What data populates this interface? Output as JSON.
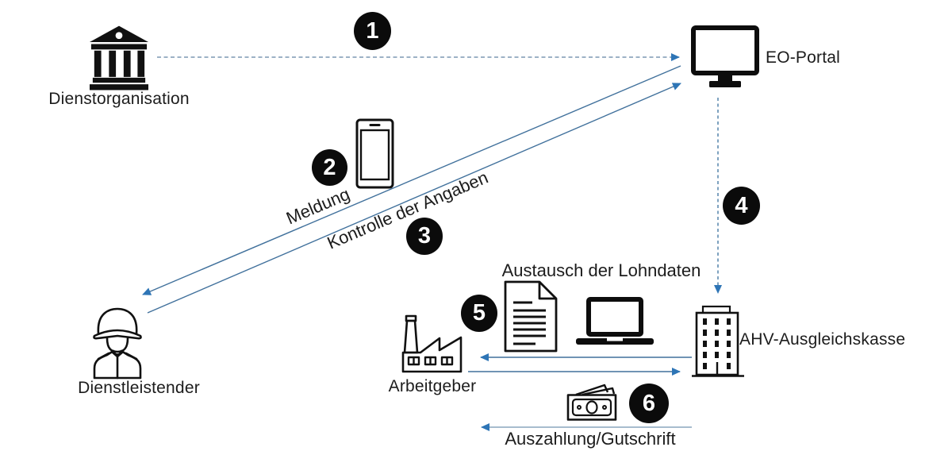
{
  "colors": {
    "arrow_head": "#2E75B6",
    "solid_line": "#41719C",
    "dashed_line": "#7D99B4",
    "badge_bg": "#0B0B0B",
    "badge_text": "#FFFFFF",
    "text": "#1C1C1C",
    "icon": "#111111"
  },
  "nodes": {
    "dienstorganisation": {
      "label": "Dienstorganisation",
      "icon": "bank-icon"
    },
    "eo_portal": {
      "label": "EO-Portal",
      "icon": "monitor-icon"
    },
    "dienstleistender": {
      "label": "Dienstleistender",
      "icon": "soldier-icon"
    },
    "arbeitgeber": {
      "label": "Arbeitgeber",
      "icon": "factory-icon"
    },
    "ahv_ausgleichskasse": {
      "label": "AHV-Ausgleichskasse",
      "icon": "office-building-icon"
    }
  },
  "steps": {
    "1": "1",
    "2": "2",
    "3": "3",
    "4": "4",
    "5": "5",
    "6": "6"
  },
  "edge_labels": {
    "meldung": "Meldung",
    "kontrolle": "Kontrolle der Angaben",
    "austausch": "Austausch der Lohndaten",
    "auszahlung": "Auszahlung/Gutschrift"
  },
  "decor_icons": [
    "smartphone-icon",
    "document-icon",
    "laptop-icon",
    "banknotes-icon"
  ]
}
